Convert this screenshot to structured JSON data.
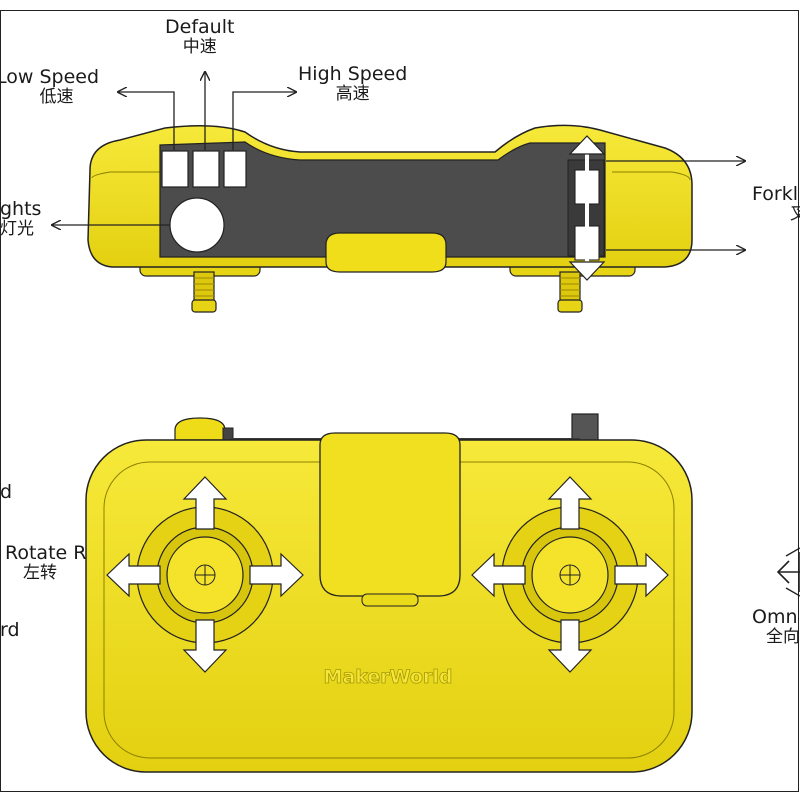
{
  "top_view": {
    "default": {
      "en": "Default",
      "zh": "中速"
    },
    "low_speed": {
      "en": "Low Speed",
      "zh": "低速"
    },
    "high_speed": {
      "en": "High Speed",
      "zh": "高速"
    },
    "lights": {
      "en": "ghts",
      "zh": "灯光"
    },
    "forklift": {
      "en": "Forkl",
      "zh": "叉"
    }
  },
  "bottom_view": {
    "left_labels": {
      "forward": "d",
      "rotate": {
        "en": "Rotate R",
        "zh": "左转"
      },
      "backward": "rd"
    },
    "omni": {
      "en": "Omn",
      "zh": "全向"
    },
    "watermark": "MakerWorld"
  },
  "colors": {
    "body_yellow": "#f1e01f",
    "body_shadow": "#c9b90a",
    "panel_gray": "#4c4c4c",
    "outline": "#222222",
    "button_white": "#ffffff"
  }
}
